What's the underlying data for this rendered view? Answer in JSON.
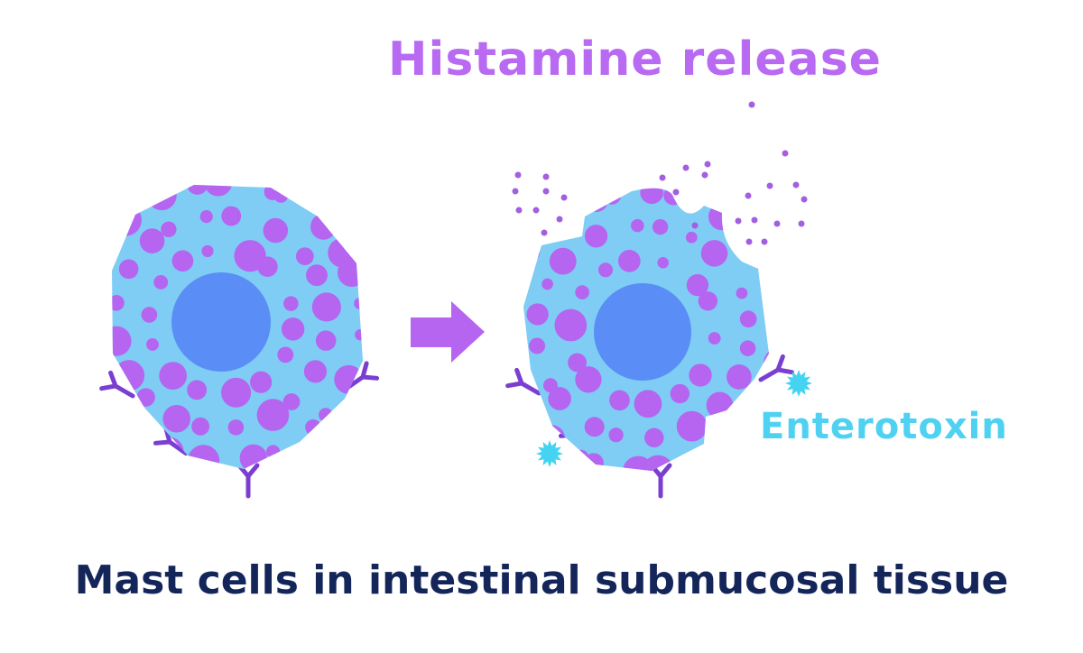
{
  "title": "Histamine release",
  "toxin_label": "Enterotoxin",
  "caption": "Mast cells in intestinal submucosal tissue",
  "colors": {
    "cytoplasm": "#7fcdf4",
    "granule": "#b565f0",
    "nucleus": "#5a8ef6",
    "receptor": "#7a3fd0",
    "toxin": "#45d3f2",
    "arrow": "#b565f0",
    "title": "#b86af2",
    "caption": "#14255a"
  }
}
